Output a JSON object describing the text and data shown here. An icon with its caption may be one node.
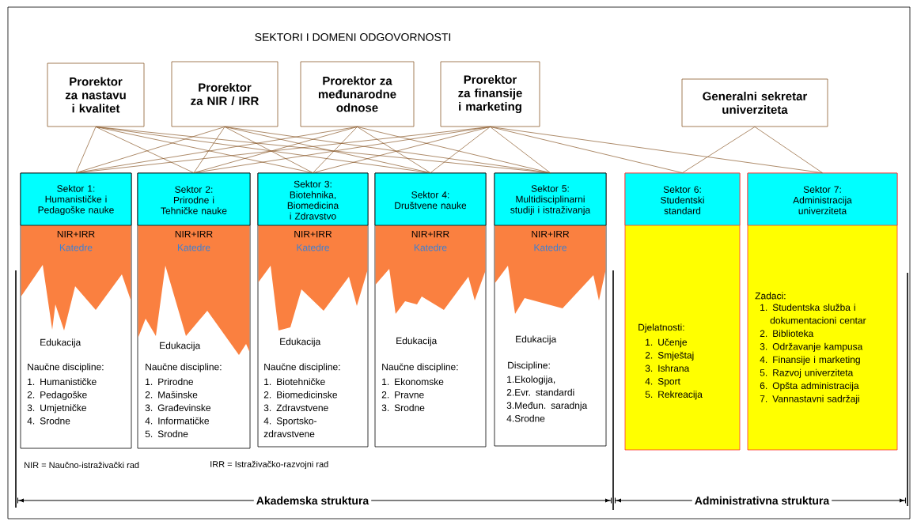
{
  "diagram": {
    "title": "SEKTORI I DOMENI ODGOVORNOSTI",
    "nodes": [
      {
        "text": [
          "Prorektor za nastavu i kvalitet"
        ]
      },
      {
        "text": [
          "Prorektor za NIR / IRR"
        ]
      },
      {
        "text": [
          "Prorektor za međunarodne odnose"
        ]
      },
      {
        "text": [
          "Prorektor za finansije i marketing"
        ]
      },
      {
        "text": [
          "Generalni sekretar univerziteta"
        ]
      },
      {
        "text": [
          "Sektor 1: Humanističke i Pedagoške nauke",
          "NIR+IRR",
          "Katedre",
          "Edukacija",
          "Naučne discipline:",
          "1. Humanističke",
          "2. Pedagoške",
          "3. Umjetničke",
          "4. Srodne"
        ]
      },
      {
        "text": [
          "Sektor 2: Prirodne i Tehničke nauke",
          "NIR+IRR",
          "Katedre",
          "Edukacija",
          "Naučne discipline:",
          "1. Prirodne",
          "2. Mašinske",
          "3. Građevinske",
          "4. Informatičke",
          "5. Srodne"
        ]
      },
      {
        "text": [
          "Sektor 3: Biotehnika, Biomedicina i Zdravstvo",
          "NIR+IRR",
          "Katedre",
          "Edukacija",
          "Naučne discipline:",
          "1. Biotehničke",
          "2. Biomedicinske",
          "3. Zdravstvene",
          "4. Sportsko-zdravstvene"
        ]
      },
      {
        "text": [
          "Sektor 4: Društvene nauke",
          "NIR+IRR",
          "Katedre",
          "Edukacija",
          "Naučne discipline:",
          "1. Ekonomske",
          "2. Pravne",
          "3. Srodne"
        ]
      },
      {
        "text": [
          "Sektor 5: Multidisciplinarni studiji i istraživanja",
          "NIR+IRR",
          "Katedre",
          "Edukacija",
          "Discipline:",
          "1.Ekologija,",
          "2.Evr. standardi",
          "3.Međun. saradnja",
          "4.Srodne"
        ]
      },
      {
        "text": [
          "Sektor 6: Studentski standard",
          "Djelatnosti:",
          "1. Učenje",
          "2. Smještaj",
          "3. Ishrana",
          "4. Sport",
          "5. Rekreacija"
        ]
      },
      {
        "text": [
          "Sektor 7: Administracija univerziteta",
          "Zadaci:",
          "1. Studentska služba i dokumentacioni centar",
          "2. Biblioteka",
          "3. Održavanje kampusa",
          "4. Finansije i marketing",
          "5. Razvoj univerziteta",
          "6. Opšta administracija",
          "7. Vannastavni sadržaji"
        ]
      }
    ],
    "edges": [
      {
        "from": 0,
        "to": 5,
        "arrow": "none"
      },
      {
        "from": 0,
        "to": 6,
        "arrow": "none"
      },
      {
        "from": 0,
        "to": 7,
        "arrow": "none"
      },
      {
        "from": 0,
        "to": 8,
        "arrow": "none"
      },
      {
        "from": 0,
        "to": 9,
        "arrow": "none"
      },
      {
        "from": 1,
        "to": 5,
        "arrow": "none"
      },
      {
        "from": 1,
        "to": 6,
        "arrow": "none"
      },
      {
        "from": 1,
        "to": 7,
        "arrow": "none"
      },
      {
        "from": 1,
        "to": 8,
        "arrow": "none"
      },
      {
        "from": 1,
        "to": 9,
        "arrow": "none"
      },
      {
        "from": 2,
        "to": 5,
        "arrow": "none"
      },
      {
        "from": 2,
        "to": 6,
        "arrow": "none"
      },
      {
        "from": 2,
        "to": 7,
        "arrow": "none"
      },
      {
        "from": 2,
        "to": 8,
        "arrow": "none"
      },
      {
        "from": 2,
        "to": 9,
        "arrow": "none"
      },
      {
        "from": 3,
        "to": 5,
        "arrow": "none"
      },
      {
        "from": 3,
        "to": 6,
        "arrow": "none"
      },
      {
        "from": 3,
        "to": 7,
        "arrow": "none"
      },
      {
        "from": 3,
        "to": 8,
        "arrow": "none"
      },
      {
        "from": 3,
        "to": 9,
        "arrow": "none"
      },
      {
        "from": 3,
        "to": 10,
        "arrow": "none"
      },
      {
        "from": 3,
        "to": 11,
        "arrow": "none"
      },
      {
        "from": 4,
        "to": 10,
        "arrow": "none"
      },
      {
        "from": 4,
        "to": 11,
        "arrow": "none"
      }
    ],
    "labels": [
      "NIR = Naučno-istraživački rad",
      "IRR = Istraživačko-razvojni rad",
      "Akademska struktura",
      "Administrativna struktura"
    ]
  }
}
